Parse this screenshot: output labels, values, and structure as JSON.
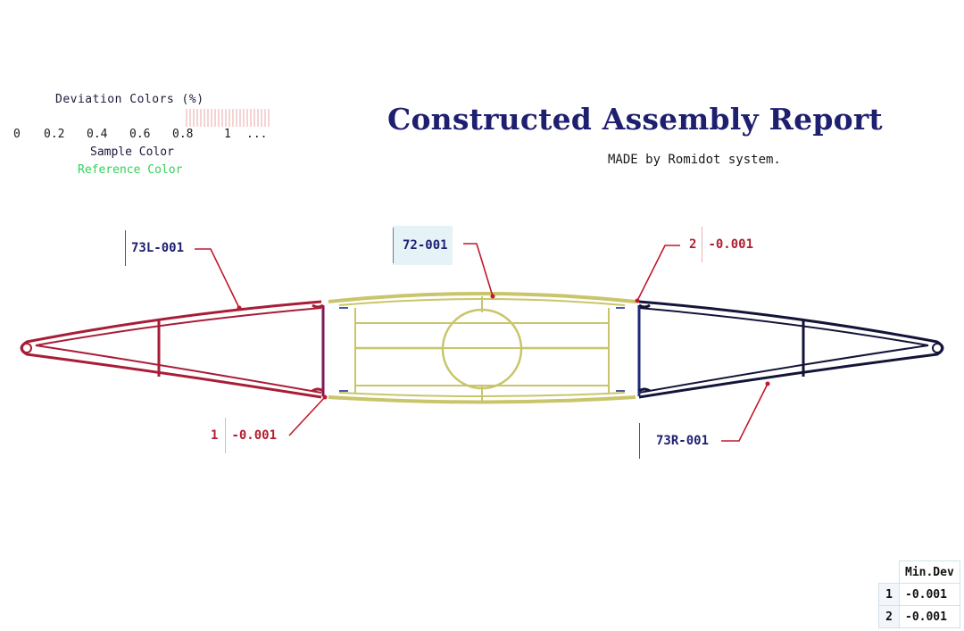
{
  "legend": {
    "title": "Deviation Colors (%)",
    "scale": [
      "0",
      "0.2",
      "0.4",
      "0.6",
      "0.8",
      "1",
      "..."
    ],
    "sample_label": "Sample Color",
    "reference_label": "Reference Color",
    "reference_color": "#33d05a"
  },
  "report": {
    "title": "Constructed Assembly Report",
    "subtitle": "MADE by Romidot system."
  },
  "parts": {
    "left": {
      "label": "73L-001",
      "color": "#a81d36"
    },
    "center": {
      "label": "72-001",
      "color": "#d6d27a"
    },
    "right": {
      "label": "73R-001",
      "color": "#14143a"
    }
  },
  "deviations": [
    {
      "id": "1",
      "value": "-0.001"
    },
    {
      "id": "2",
      "value": "-0.001"
    }
  ],
  "table": {
    "header": "Min.Dev"
  },
  "colors": {
    "title": "#1f1f70",
    "deviation_text": "#b21e2e",
    "part_label": "#1f1f70"
  }
}
